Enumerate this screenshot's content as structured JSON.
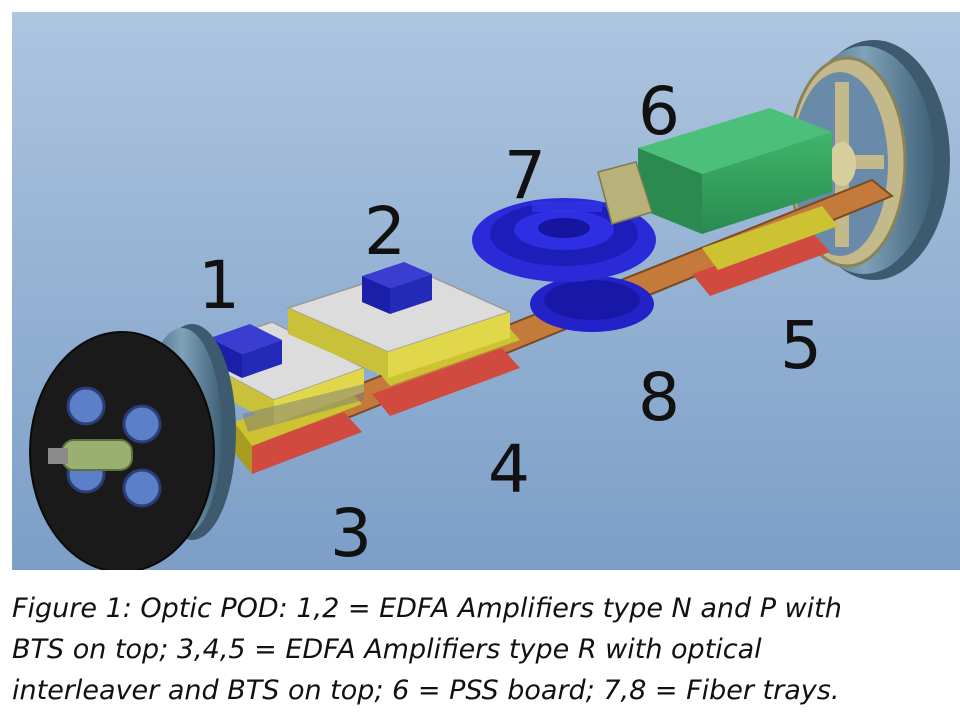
{
  "callouts": [
    "1",
    "2",
    "3",
    "4",
    "5",
    "6",
    "7",
    "8"
  ],
  "caption": {
    "line1": "Figure 1: Optic POD: 1,2 = EDFA Amplifiers type N and P with",
    "line2": "BTS on top; 3,4,5  = EDFA Amplifiers type R with optical",
    "line3": "interleaver and BTS on top; 6 = PSS board; 7,8 = Fiber trays."
  },
  "colors": {
    "background_top": "#a9c2de",
    "background_bottom": "#7ea0c8",
    "edfa_housing": "#d9d9d9",
    "edfa_side": "#c8c03a",
    "bts": "#1a1ea8",
    "fiber_tray": "#2a2ad8",
    "carrier_board": "#c47a3a",
    "pss_board": "#2f9a5a",
    "end_cap": "#1a1a1a",
    "rim": "#5a7e96",
    "connector": "#5b7fc8"
  }
}
